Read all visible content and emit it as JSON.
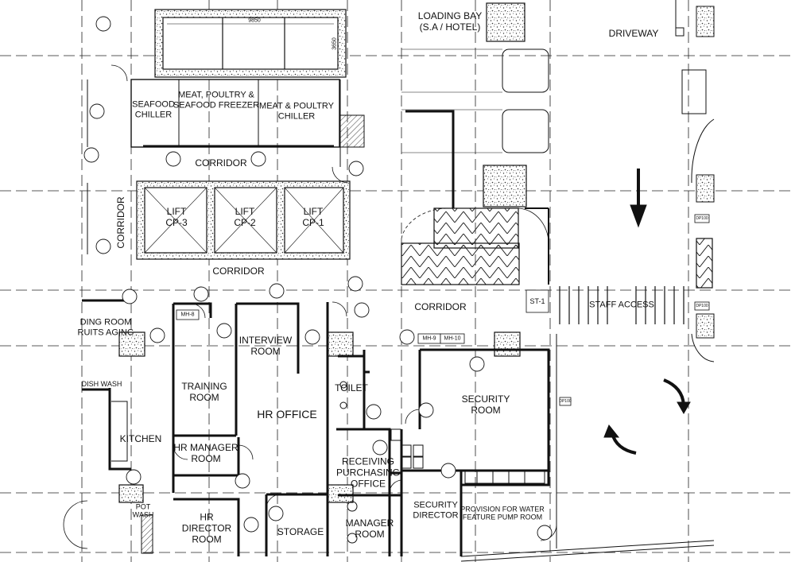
{
  "rooms": {
    "loading_bay": "LOADING BAY\n(S.A / HOTEL)",
    "driveway": "DRIVEWAY",
    "seafood_chiller": "SEAFOOD\nCHILLER",
    "meat_freezer": "MEAT, POULTRY &\nSEAFOOD FREEZER",
    "meat_chiller": "MEAT & POULTRY\nCHILLER",
    "corridor_top": "CORRIDOR",
    "corridor_mid": "CORRIDOR",
    "corridor_right": "CORRIDOR",
    "corridor_vertical": "CORRIDOR",
    "lift_3": "LIFT\nCP-3",
    "lift_2": "LIFT\nCP-2",
    "lift_1": "LIFT\nCP-1",
    "dining_room": "DING ROOM\nRUITS AGING",
    "dish_wash": "DISH WASH",
    "kitchen": "KITCHEN",
    "pot_wash": "POT\nWASH",
    "training_room": "TRAINING\nROOM",
    "interview_room": "INTERVIEW\nROOM",
    "hr_office": "HR OFFICE",
    "hr_manager_room": "HR MANAGER\nROOM",
    "hr_director_room": "HR\nDIRECTOR\nROOM",
    "storage": "STORAGE",
    "toilet": "TOILET",
    "receiving_purchasing": "RECEIVING\nPURCHASING\nOFFICE",
    "manager_room": "MANAGER\nROOM",
    "security_room": "SECURITY\nROOM",
    "security_director": "SECURITY\nDIRECTOR",
    "provision_pump": "PROVISION FOR WATER\nFEATURE PUMP ROOM",
    "staff_access": "STAFF ACCESS"
  },
  "tags": {
    "mh8": "MH-8",
    "mh9": "MH-9",
    "mh10": "MH-10",
    "st1": "ST-1",
    "dim_9850": "9850",
    "dim_3650": "3650",
    "dp100_a": "DP100",
    "dp100_b": "DP100",
    "dp100_c": "DP100"
  },
  "colors": {
    "line": "#111111",
    "hatch": "#444444"
  }
}
